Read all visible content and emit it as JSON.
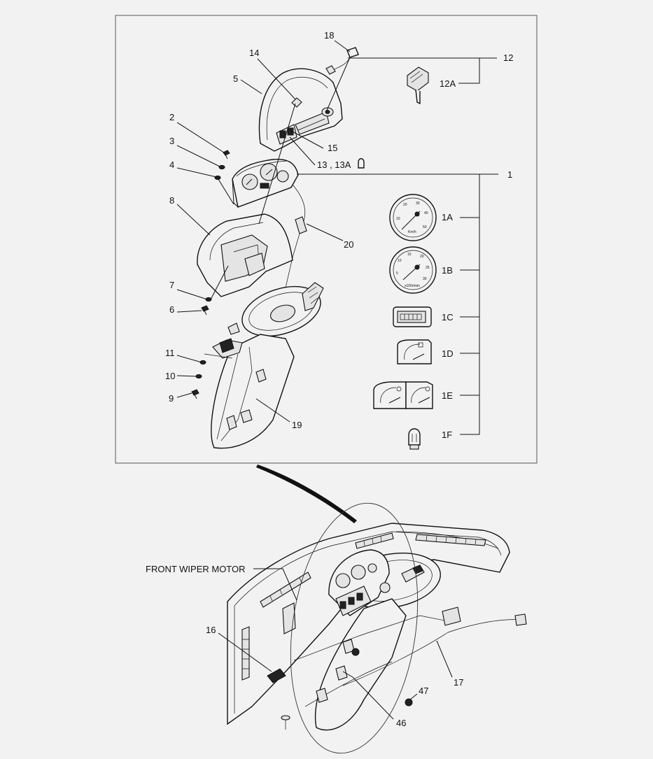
{
  "diagram": {
    "top_labels": {
      "l18": "18",
      "l14": "14",
      "l5": "5",
      "l12": "12",
      "l12A": "12A",
      "l2": "2",
      "l3": "3",
      "l4": "4",
      "l15": "15",
      "l13": "13 , 13A",
      "l1": "1",
      "l8": "8",
      "l20": "20",
      "l1A": "1A",
      "l1B": "1B",
      "l7": "7",
      "l6": "6",
      "l1C": "1C",
      "l1D": "1D",
      "l11": "11",
      "l10": "10",
      "l9": "9",
      "l1E": "1E",
      "l19": "19",
      "l1F": "1F"
    },
    "gauge_text": {
      "speedo_unit": "Km/h",
      "tacho_unit": "x100r/min",
      "speedo_ticks": [
        "10",
        "20",
        "30",
        "40",
        "50"
      ],
      "tacho_ticks": [
        "5",
        "10",
        "15",
        "20",
        "25",
        "30"
      ]
    },
    "bottom_labels": {
      "front_wiper_motor": "FRONT WIPER MOTOR",
      "l16": "16",
      "l17": "17",
      "l47": "47",
      "l46": "46"
    }
  }
}
